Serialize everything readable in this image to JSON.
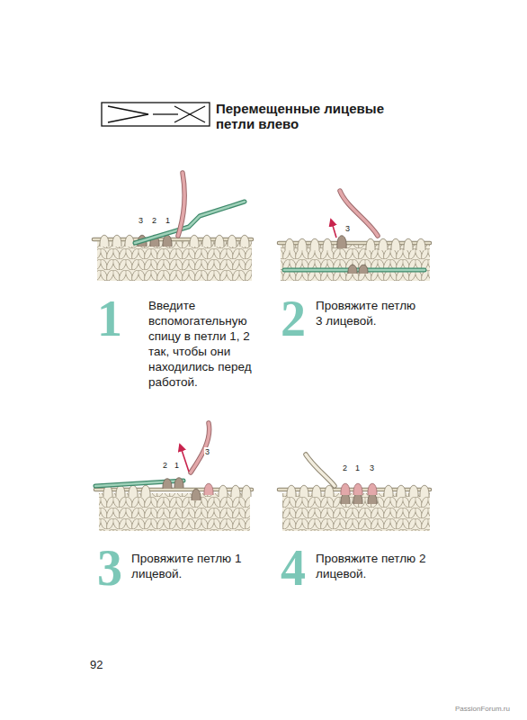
{
  "diagram": {
    "title": "Перемещенные лицевые петли влево",
    "labels": [
      "3",
      "2",
      "1",
      "1",
      "Введите вспомогательную спицу в петли 1, 2 так, чтобы они находились перед работой.",
      "3",
      "2",
      "Провяжите петлю 3 лицевой.",
      "2",
      "1",
      "3",
      "3",
      "Провяжите петлю 1 лицевой.",
      "2",
      "1",
      "3",
      "4",
      "Провяжите петлю 2 лицевой.",
      "92",
      "PassionForum.ru"
    ]
  }
}
